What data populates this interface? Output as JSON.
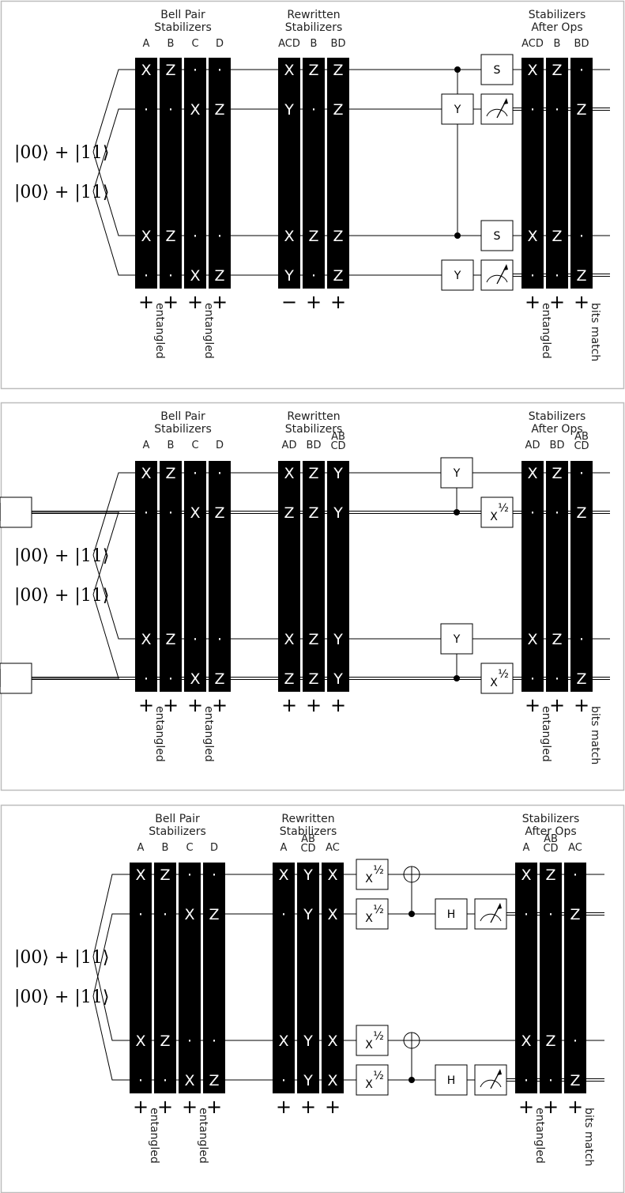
{
  "state_label": "|00⟩ + |11⟩",
  "panels": [
    {
      "groups": [
        {
          "title": [
            "Bell Pair",
            "Stabilizers"
          ],
          "columns": [
            {
              "label": [
                "A"
              ],
              "cells": [
                "X",
                "·",
                "X",
                "·"
              ],
              "sign": "+",
              "note": "entangled"
            },
            {
              "label": [
                "B"
              ],
              "cells": [
                "Z",
                "·",
                "Z",
                "·"
              ],
              "sign": "+",
              "note": ""
            },
            {
              "label": [
                "C"
              ],
              "cells": [
                "·",
                "X",
                "·",
                "X"
              ],
              "sign": "+",
              "note": "entangled"
            },
            {
              "label": [
                "D"
              ],
              "cells": [
                "·",
                "Z",
                "·",
                "Z"
              ],
              "sign": "+",
              "note": ""
            }
          ]
        },
        {
          "title": [
            "Rewritten",
            "Stabilizers"
          ],
          "columns": [
            {
              "label": [
                "ACD"
              ],
              "cells": [
                "X",
                "Y",
                "X",
                "Y"
              ],
              "sign": "−",
              "note": ""
            },
            {
              "label": [
                "B"
              ],
              "cells": [
                "Z",
                "·",
                "Z",
                "·"
              ],
              "sign": "+",
              "note": ""
            },
            {
              "label": [
                "BD"
              ],
              "cells": [
                "Z",
                "Z",
                "Z",
                "Z"
              ],
              "sign": "+",
              "note": ""
            }
          ]
        },
        {
          "title": [
            "Stabilizers",
            "After Ops"
          ],
          "columns": [
            {
              "label": [
                "ACD"
              ],
              "cells": [
                "X",
                "·",
                "X",
                "·"
              ],
              "sign": "+",
              "note": "entangled"
            },
            {
              "label": [
                "B"
              ],
              "cells": [
                "Z",
                "·",
                "Z",
                "·"
              ],
              "sign": "+",
              "note": ""
            },
            {
              "label": [
                "BD"
              ],
              "cells": [
                "·",
                "Z",
                "·",
                "Z"
              ],
              "sign": "+",
              "note": "bits match"
            }
          ]
        }
      ],
      "gates": [
        {
          "kind": "control",
          "wire": 0,
          "stage": 1
        },
        {
          "kind": "box",
          "label": "Y",
          "wire": 1,
          "stage": 1
        },
        {
          "kind": "box",
          "label": "S",
          "wire": 0,
          "stage": 2
        },
        {
          "kind": "meter",
          "wire": 1,
          "stage": 2
        },
        {
          "kind": "control",
          "wire": 2,
          "stage": 1
        },
        {
          "kind": "box",
          "label": "Y",
          "wire": 3,
          "stage": 1
        },
        {
          "kind": "box",
          "label": "S",
          "wire": 2,
          "stage": 2
        },
        {
          "kind": "meter",
          "wire": 3,
          "stage": 2
        }
      ]
    },
    {
      "groups": [
        {
          "title": [
            "Bell Pair",
            "Stabilizers"
          ],
          "columns": [
            {
              "label": [
                "A"
              ],
              "cells": [
                "X",
                "·",
                "X",
                "·"
              ],
              "sign": "+",
              "note": "entangled"
            },
            {
              "label": [
                "B"
              ],
              "cells": [
                "Z",
                "·",
                "Z",
                "·"
              ],
              "sign": "+",
              "note": ""
            },
            {
              "label": [
                "C"
              ],
              "cells": [
                "·",
                "X",
                "·",
                "X"
              ],
              "sign": "+",
              "note": "entangled"
            },
            {
              "label": [
                "D"
              ],
              "cells": [
                "·",
                "Z",
                "·",
                "Z"
              ],
              "sign": "+",
              "note": ""
            }
          ]
        },
        {
          "title": [
            "Rewritten",
            "Stabilizers"
          ],
          "columns": [
            {
              "label": [
                "AD"
              ],
              "cells": [
                "X",
                "Z",
                "X",
                "Z"
              ],
              "sign": "+",
              "note": ""
            },
            {
              "label": [
                "BD"
              ],
              "cells": [
                "Z",
                "Z",
                "Z",
                "Z"
              ],
              "sign": "+",
              "note": ""
            },
            {
              "label": [
                "AB",
                "CD"
              ],
              "cells": [
                "Y",
                "Y",
                "Y",
                "Y"
              ],
              "sign": "+",
              "note": ""
            }
          ]
        },
        {
          "title": [
            "Stabilizers",
            "After Ops"
          ],
          "columns": [
            {
              "label": [
                "AD"
              ],
              "cells": [
                "X",
                "·",
                "X",
                "·"
              ],
              "sign": "+",
              "note": "entangled"
            },
            {
              "label": [
                "BD"
              ],
              "cells": [
                "Z",
                "·",
                "Z",
                "·"
              ],
              "sign": "+",
              "note": ""
            },
            {
              "label": [
                "AB",
                "CD"
              ],
              "cells": [
                "·",
                "Z",
                "·",
                "Z"
              ],
              "sign": "+",
              "note": "bits match"
            }
          ]
        }
      ],
      "gates": [
        {
          "kind": "box",
          "label": "Y",
          "wire": 0,
          "stage": 1
        },
        {
          "kind": "control",
          "wire": 1,
          "stage": 1
        },
        {
          "kind": "box",
          "label": "X",
          "sup": "½",
          "wire": 1,
          "stage": 2
        },
        {
          "kind": "meter",
          "wire": 1,
          "stage": 3
        },
        {
          "kind": "box",
          "label": "Y",
          "wire": 2,
          "stage": 1
        },
        {
          "kind": "control",
          "wire": 3,
          "stage": 1
        },
        {
          "kind": "box",
          "label": "X",
          "sup": "½",
          "wire": 3,
          "stage": 2
        },
        {
          "kind": "meter",
          "wire": 3,
          "stage": 3
        }
      ]
    },
    {
      "groups": [
        {
          "title": [
            "Bell Pair",
            "Stabilizers"
          ],
          "columns": [
            {
              "label": [
                "A"
              ],
              "cells": [
                "X",
                "·",
                "X",
                "·"
              ],
              "sign": "+",
              "note": "entangled"
            },
            {
              "label": [
                "B"
              ],
              "cells": [
                "Z",
                "·",
                "Z",
                "·"
              ],
              "sign": "+",
              "note": ""
            },
            {
              "label": [
                "C"
              ],
              "cells": [
                "·",
                "X",
                "·",
                "X"
              ],
              "sign": "+",
              "note": "entangled"
            },
            {
              "label": [
                "D"
              ],
              "cells": [
                "·",
                "Z",
                "·",
                "Z"
              ],
              "sign": "+",
              "note": ""
            }
          ]
        },
        {
          "title": [
            "Rewritten",
            "Stabilizers"
          ],
          "columns": [
            {
              "label": [
                "A"
              ],
              "cells": [
                "X",
                "·",
                "X",
                "·"
              ],
              "sign": "+",
              "note": ""
            },
            {
              "label": [
                "AB",
                "CD"
              ],
              "cells": [
                "Y",
                "Y",
                "Y",
                "Y"
              ],
              "sign": "+",
              "note": ""
            },
            {
              "label": [
                "AC"
              ],
              "cells": [
                "X",
                "X",
                "X",
                "X"
              ],
              "sign": "+",
              "note": ""
            }
          ]
        },
        {
          "title": [
            "Stabilizers",
            "After Ops"
          ],
          "columns": [
            {
              "label": [
                "A"
              ],
              "cells": [
                "X",
                "·",
                "X",
                "·"
              ],
              "sign": "+",
              "note": "entangled"
            },
            {
              "label": [
                "AB",
                "CD"
              ],
              "cells": [
                "Z",
                "·",
                "Z",
                "·"
              ],
              "sign": "+",
              "note": ""
            },
            {
              "label": [
                "AC"
              ],
              "cells": [
                "·",
                "Z",
                "·",
                "Z"
              ],
              "sign": "+",
              "note": "bits match"
            }
          ]
        }
      ],
      "gates": [
        {
          "kind": "box",
          "label": "X",
          "sup": "½",
          "wire": 0,
          "stage": 0
        },
        {
          "kind": "box",
          "label": "X",
          "sup": "½",
          "wire": 1,
          "stage": 0
        },
        {
          "kind": "target",
          "wire": 0,
          "stage": 1
        },
        {
          "kind": "control",
          "wire": 1,
          "stage": 1
        },
        {
          "kind": "box",
          "label": "H",
          "wire": 1,
          "stage": 2
        },
        {
          "kind": "meter",
          "wire": 1,
          "stage": 3
        },
        {
          "kind": "box",
          "label": "X",
          "sup": "½",
          "wire": 2,
          "stage": 0
        },
        {
          "kind": "box",
          "label": "X",
          "sup": "½",
          "wire": 3,
          "stage": 0
        },
        {
          "kind": "target",
          "wire": 2,
          "stage": 1
        },
        {
          "kind": "control",
          "wire": 3,
          "stage": 1
        },
        {
          "kind": "box",
          "label": "H",
          "wire": 3,
          "stage": 2
        },
        {
          "kind": "meter",
          "wire": 3,
          "stage": 3
        }
      ]
    }
  ]
}
